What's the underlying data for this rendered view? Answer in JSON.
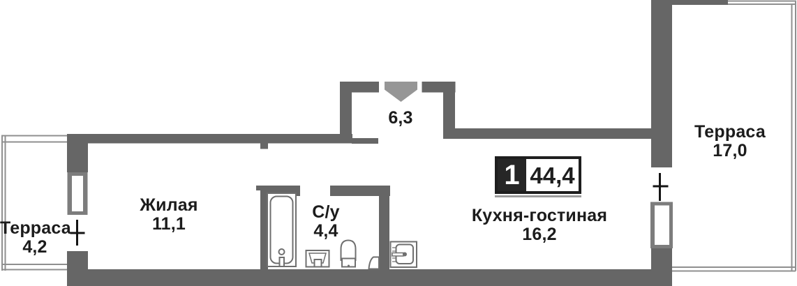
{
  "plan": {
    "rooms": {
      "terrace_left": {
        "name": "Терраса",
        "area": "4,2"
      },
      "living": {
        "name": "Жилая",
        "area": "11,1"
      },
      "bathroom": {
        "name": "С/у",
        "area": "4,4"
      },
      "hallway": {
        "area": "6,3"
      },
      "kitchen_living": {
        "name": "Кухня-гостиная",
        "area": "16,2"
      },
      "terrace_right": {
        "name": "Терраса",
        "area": "17,0"
      }
    },
    "badge": {
      "room_count": "1",
      "total_area": "44,4"
    }
  },
  "colors": {
    "wall": "#666666",
    "entrance_arrow": "#969696",
    "window_frame": "#7d7d7d",
    "fixture_outline": "#6f6f6f",
    "railing_line": "#8f8f8f",
    "opening_cross": "#141414",
    "text": "#1c1c1c",
    "badge_dark": "#262626",
    "badge_border": "#1e1e1e",
    "background": "#ffffff"
  }
}
